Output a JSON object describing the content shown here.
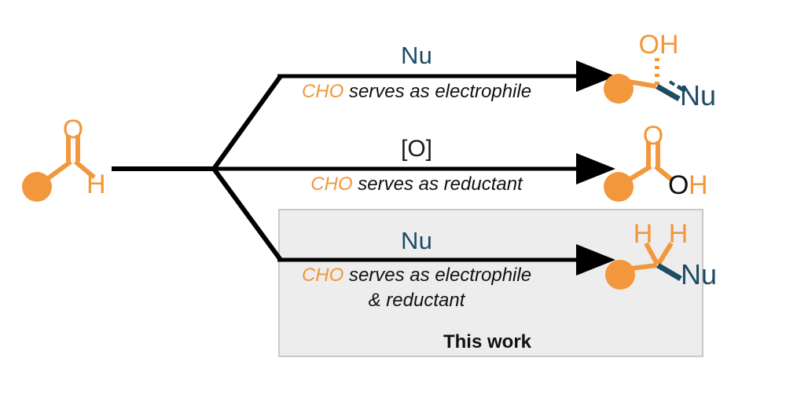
{
  "figure": {
    "type": "reaction-scheme",
    "title": "",
    "background_color": "#ffffff",
    "colors": {
      "orange": "#f2973b",
      "dark_blue": "#1d4c64",
      "black": "#111111",
      "box_fill": "#ededed",
      "box_border": "#c9c9c9"
    }
  },
  "starting_material": {
    "name": "aldehyde",
    "label_o": "O",
    "label_h": "H",
    "r_group": "orange-sphere"
  },
  "pathways": [
    {
      "id": "top",
      "reagent_label": "Nu",
      "reagent_color": "dark_blue",
      "caption_highlight": "CHO",
      "caption_rest": " serves as electrophile",
      "caption_line2": "",
      "product": {
        "name": "secondary-alcohol",
        "atoms": [
          "OH",
          "Nu"
        ],
        "oh_label": "OH",
        "nu_label": "Nu"
      }
    },
    {
      "id": "middle",
      "reagent_label": "[O]",
      "reagent_color": "black",
      "caption_highlight": "CHO",
      "caption_rest": " serves as reductant",
      "caption_line2": "",
      "product": {
        "name": "carboxylic-acid",
        "atoms": [
          "O",
          "OH"
        ],
        "o_label": "O",
        "o_of_oh_label": "O",
        "h_of_oh_label": "H"
      }
    },
    {
      "id": "bottom",
      "reagent_label": "Nu",
      "reagent_color": "dark_blue",
      "caption_highlight": "CHO",
      "caption_rest": " serves as electrophile",
      "caption_line2": "& reductant",
      "footer": "This work",
      "highlighted": true,
      "product": {
        "name": "methylene-nucleophile-adduct",
        "atoms": [
          "H",
          "H",
          "Nu"
        ],
        "h1_label": "H",
        "h2_label": "H",
        "nu_label": "Nu"
      }
    }
  ]
}
